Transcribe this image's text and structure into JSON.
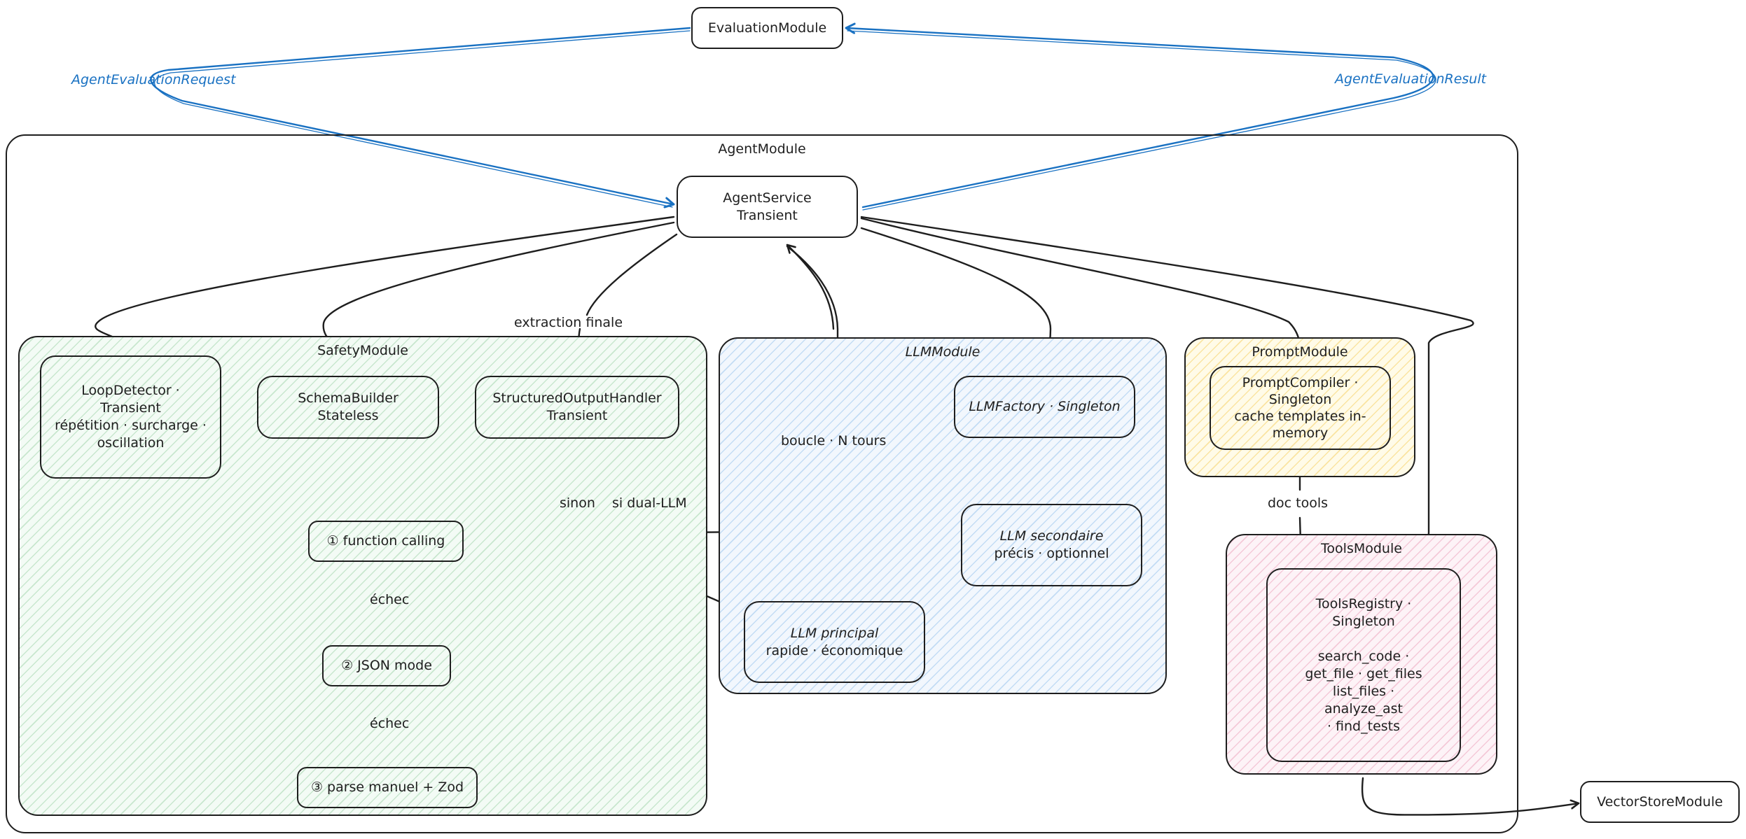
{
  "evaluation_module": {
    "label": "EvaluationModule"
  },
  "vector_store_module": {
    "label": "VectorStoreModule"
  },
  "agent_module": {
    "title": "AgentModule"
  },
  "agent_service": {
    "line1": "AgentService",
    "line2": "Transient"
  },
  "safety_module": {
    "title": "SafetyModule",
    "loop_detector": {
      "line1": "LoopDetector ·",
      "line2": "Transient",
      "line3": "répétition · surcharge ·",
      "line4": "oscillation"
    },
    "schema_builder": {
      "line1": "SchemaBuilder",
      "line2": "Stateless"
    },
    "structured_output_handler": {
      "line1": "StructuredOutputHandler",
      "line2": "Transient"
    },
    "function_calling": {
      "label": "① function calling"
    },
    "json_mode": {
      "label": "② JSON mode"
    },
    "parse_manuel": {
      "label": "③ parse manuel + Zod"
    }
  },
  "llm_module": {
    "title": "LLMModule",
    "llm_factory": {
      "label": "LLMFactory · Singleton"
    },
    "llm_secondaire": {
      "line1": "LLM secondaire",
      "line2": "précis · optionnel"
    },
    "llm_principal": {
      "line1": "LLM principal",
      "line2": "rapide · économique"
    }
  },
  "prompt_module": {
    "title": "PromptModule",
    "prompt_compiler": {
      "line1": "PromptCompiler ·",
      "line2": "Singleton",
      "line3": "cache templates in-",
      "line4": "memory"
    }
  },
  "tools_module": {
    "title": "ToolsModule",
    "tools_registry": {
      "line1": "ToolsRegistry ·",
      "line2": "Singleton",
      "line3": "search_code ·",
      "line4": "get_file · get_files",
      "line5": "list_files ·",
      "line6": "analyze_ast",
      "line7": "· find_tests"
    }
  },
  "edge_labels": {
    "agent_evaluation_request": "AgentEvaluationRequest",
    "agent_evaluation_result": "AgentEvaluationResult",
    "extraction_finale": "extraction finale",
    "boucle_n_tours": "boucle · N tours",
    "sinon": "sinon",
    "si_dual_llm": "si dual-LLM",
    "echec_1": "échec",
    "echec_2": "échec",
    "doc_tools": "doc tools"
  },
  "colors": {
    "stroke": "#1e1e1e",
    "blue_arrow": "#1971c2",
    "safety_fill": "#2f9e44",
    "llm_fill": "#1c7ed6",
    "prompt_fill": "#f0b91e",
    "tools_fill": "#d6336c"
  }
}
